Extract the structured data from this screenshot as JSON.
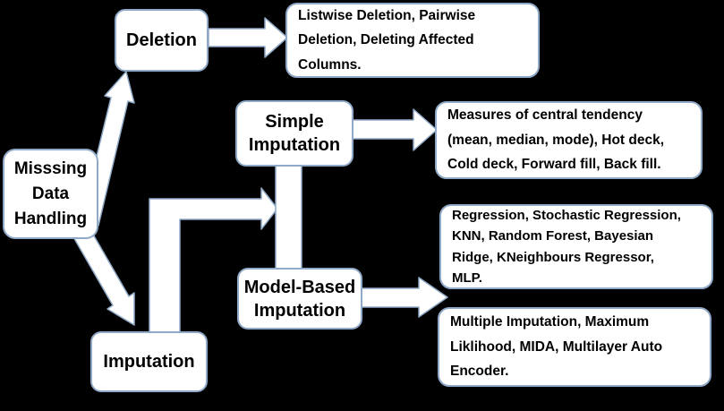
{
  "colors": {
    "background": "#000000",
    "box_fill": "#ffffff",
    "box_border": "#8fa9c7",
    "arrow_fill": "#ffffff",
    "text": "#000000"
  },
  "nodes": {
    "missing_data_handling": {
      "label": "Misssing Data Handling",
      "lines": [
        "Misssing",
        "Data",
        "Handling"
      ]
    },
    "deletion": {
      "label": "Deletion"
    },
    "imputation": {
      "label": "Imputation"
    },
    "simple_imputation": {
      "label": "Simple Imputation",
      "lines": [
        "Simple",
        "Imputation"
      ]
    },
    "model_based_imputation": {
      "label": "Model-Based Imputation",
      "lines": [
        "Model-Based",
        "Imputation"
      ]
    },
    "deletion_methods": {
      "label": "Listwise Deletion, Pairwise Deletion, Deleting Affected Columns.",
      "lines": [
        "Listwise Deletion, Pairwise",
        "Deletion, Deleting Affected",
        "Columns."
      ]
    },
    "simple_imputation_methods": {
      "label": "Measures of central tendency (mean, median, mode), Hot deck, Cold deck, Forward fill, Back fill.",
      "lines": [
        "Measures of central tendency",
        "(mean, median, mode), Hot deck,",
        "Cold deck, Forward fill, Back fill."
      ]
    },
    "model_based_methods": {
      "label": "Regression, Stochastic Regression, KNN, Random Forest, Bayesian Ridge, KNeighbours Regressor, MLP.",
      "lines": [
        "Regression, Stochastic Regression,",
        "KNN, Random Forest, Bayesian",
        "Ridge, KNeighbours Regressor,",
        "MLP."
      ]
    },
    "multiple_imputation_methods": {
      "label": "Multiple Imputation, Maximum Liklihood, MIDA, Multilayer Auto Encoder.",
      "lines": [
        "Multiple Imputation, Maximum",
        "Liklihood, MIDA, Multilayer Auto",
        "Encoder."
      ]
    }
  },
  "edges": [
    {
      "from": "missing_data_handling",
      "to": "deletion"
    },
    {
      "from": "missing_data_handling",
      "to": "imputation"
    },
    {
      "from": "deletion",
      "to": "deletion_methods"
    },
    {
      "from": "imputation",
      "to": "simple_imputation"
    },
    {
      "from": "imputation",
      "to": "model_based_imputation"
    },
    {
      "from": "simple_imputation",
      "to": "model_based_imputation"
    },
    {
      "from": "simple_imputation",
      "to": "simple_imputation_methods"
    },
    {
      "from": "model_based_imputation",
      "to": "model_based_methods"
    },
    {
      "from": "model_based_imputation",
      "to": "multiple_imputation_methods"
    }
  ]
}
